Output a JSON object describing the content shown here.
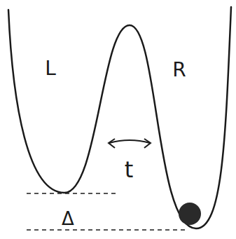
{
  "diagram": {
    "labels": [
      "L",
      "R",
      "t",
      "Δ"
    ]
  }
}
